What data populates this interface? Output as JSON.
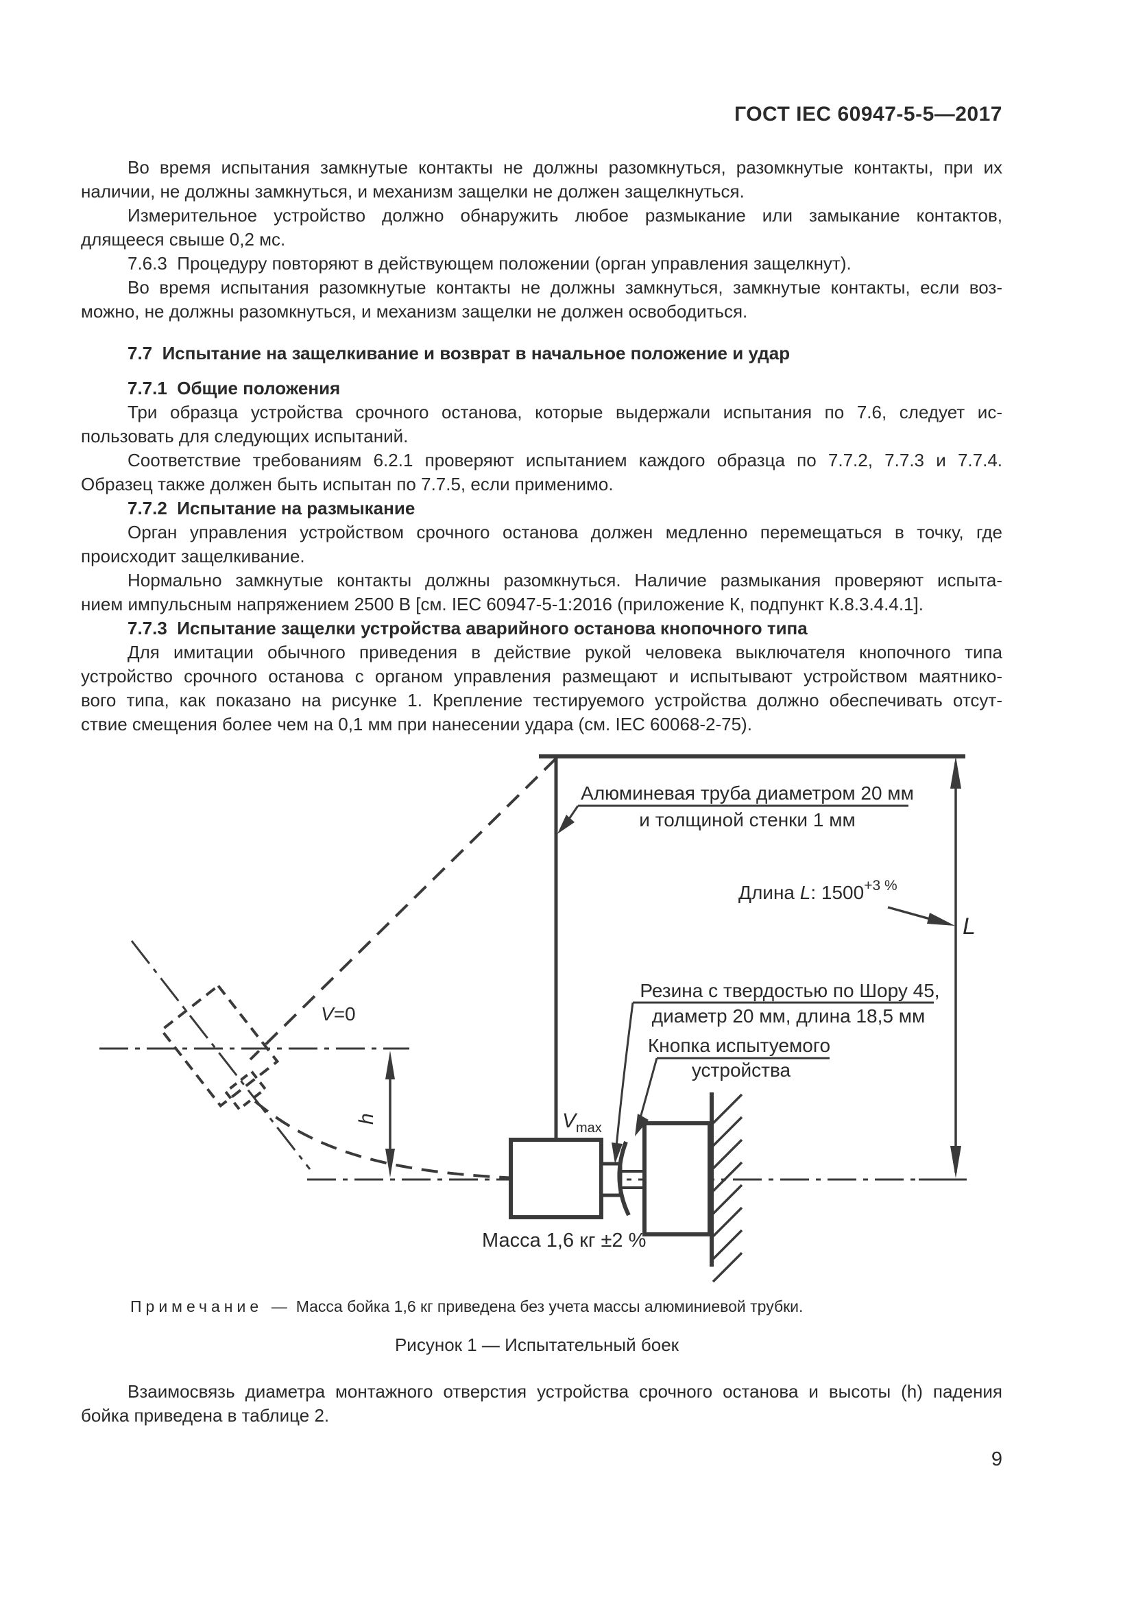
{
  "header": {
    "title": "ГОСТ IEC 60947-5-5—2017"
  },
  "colors": {
    "ink": "#2a2a2a",
    "line": "#3a3a3a",
    "paper": "#ffffff"
  },
  "body": {
    "blocks": [
      {
        "type": "p",
        "lines": [
          "Во время испытания замкнутые контакты не должны разомкнуться, разомкнутые контакты, при их",
          "наличии, не должны замкнуться, и механизм защелки не должен защелкнуться."
        ]
      },
      {
        "type": "p",
        "lines": [
          "Измерительное устройство должно обнаружить любое размыкание или замыкание контактов,",
          "длящееся свыше 0,2 мс."
        ]
      },
      {
        "type": "p",
        "lines": [
          "7.6.3  Процедуру повторяют в действующем положении (орган управления защелкнут)."
        ]
      },
      {
        "type": "p",
        "lines": [
          "Во время испытания разомкнутые контакты не должны замкнуться, замкнутые контакты, если воз-",
          "можно, не должны разомкнуться, и механизм защелки не должен освободиться."
        ]
      },
      {
        "type": "h-section",
        "lines": [
          "7.7  Испытание на защелкивание и возврат в начальное положение и удар"
        ]
      },
      {
        "type": "h-sub",
        "lines": [
          "7.7.1  Общие положения"
        ]
      },
      {
        "type": "p",
        "lines": [
          "Три образца устройства срочного останова, которые выдержали испытания по 7.6, следует ис-",
          "пользовать для следующих испытаний."
        ]
      },
      {
        "type": "p",
        "lines": [
          "Соответствие требованиям 6.2.1 проверяют испытанием каждого образца по 7.7.2, 7.7.3 и 7.7.4.",
          "Образец также должен быть испытан по 7.7.5, если применимо."
        ]
      },
      {
        "type": "h",
        "lines": [
          "7.7.2  Испытание на размыкание"
        ]
      },
      {
        "type": "p",
        "lines": [
          "Орган управления устройством срочного останова должен медленно перемещаться в точку, где",
          "происходит защелкивание."
        ]
      },
      {
        "type": "p",
        "lines": [
          "Нормально замкнутые контакты должны разомкнуться. Наличие размыкания проверяют испыта-",
          "нием импульсным напряжением 2500 В [см. IEC 60947-5-1:2016 (приложение К, подпункт К.8.3.4.4.1]."
        ]
      },
      {
        "type": "h",
        "lines": [
          "7.7.3  Испытание защелки устройства аварийного останова кнопочного типа"
        ]
      },
      {
        "type": "p",
        "lines": [
          "Для имитации обычного приведения в действие рукой человека выключателя кнопочного типа",
          "устройство срочного останова с органом управления размещают и испытывают устройством маятнико-",
          "вого типа, как показано на рисунке 1. Крепление тестируемого устройства должно обеспечивать отсут-",
          "ствие смещения более чем на 0,1 мм при нанесении удара (см. IEC 60068-2-75)."
        ]
      }
    ]
  },
  "figure": {
    "labels": {
      "tube1": "Алюминевая труба диаметром 20 мм",
      "tube2": "и толщиной стенки 1 мм",
      "len_prefix": "Длина ",
      "len_var": "L",
      "len_value": ": 1500",
      "len_sup": "+3 %",
      "dim_letter": "L",
      "rubber1": "Резина с твердостью по Шору 45,",
      "rubber2": "диаметр 20 мм, длина 18,5 мм",
      "button1": "Кнопка испытуемого",
      "button2": "устройства",
      "v0_var": "V",
      "v0_rest": "=0",
      "vmax_var": "V",
      "vmax_sub": "max",
      "h_var": "h",
      "mass": "Масса 1,6 кг ±2 %"
    },
    "note": {
      "label": "Примечание",
      "dash": "—",
      "text": "Масса бойка 1,6 кг приведена без учета массы алюминиевой трубки."
    },
    "caption": "Рисунок 1 — Испытательный боек"
  },
  "tail": {
    "blocks": [
      {
        "type": "p",
        "lines": [
          "Взаимосвязь диаметра монтажного отверстия устройства срочного останова и высоты (h) падения",
          "бойка приведена в таблице 2."
        ]
      }
    ]
  },
  "page": {
    "number": "9"
  }
}
